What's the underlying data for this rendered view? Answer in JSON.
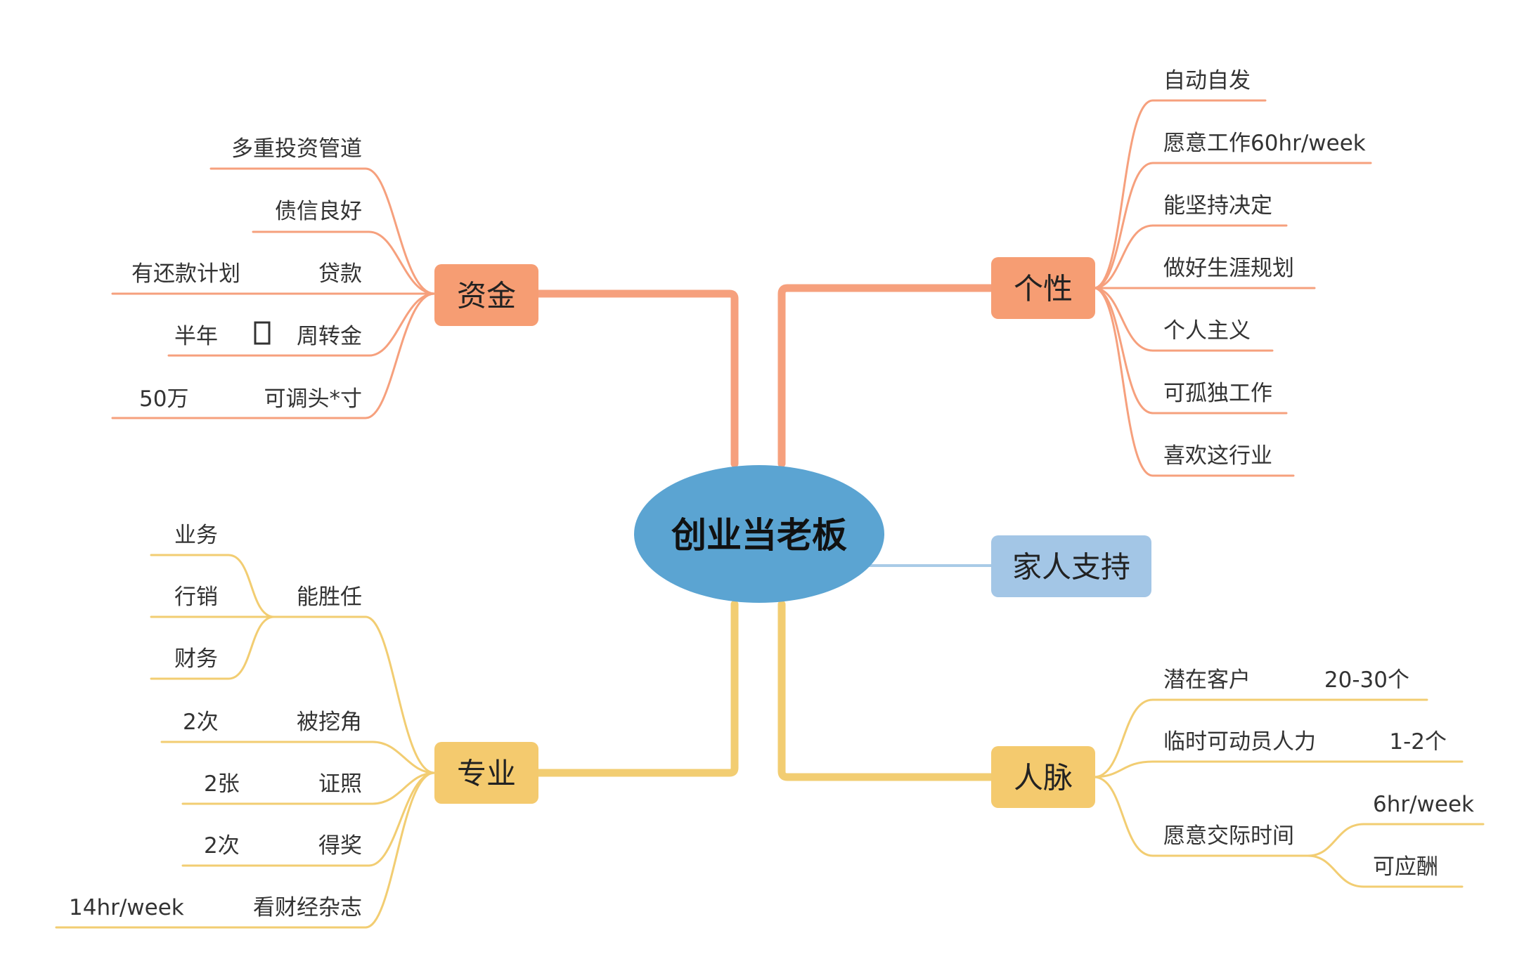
{
  "central_topic": "创业当老板",
  "colors": {
    "central": "#5BA4D2",
    "orange_line": "#F6A07D",
    "orange_box": "#F69D73",
    "yellow_line": "#F2CD72",
    "yellow_box": "#F4CA6E",
    "blue_line": "#A9CBE7",
    "blue_box": "#A3C6E6"
  },
  "branches": {
    "funds": {
      "label": "资金",
      "items": [
        {
          "label": "多重投资管道"
        },
        {
          "label": "债信良好"
        },
        {
          "label": "贷款",
          "note": "有还款计划"
        },
        {
          "label": "周转金",
          "note": "半年",
          "icon": "box-icon"
        },
        {
          "label": "可调头*寸",
          "note": "50万"
        }
      ]
    },
    "expertise": {
      "label": "专业",
      "items": [
        {
          "label": "能胜任",
          "children": [
            "业务",
            "行销",
            "财务"
          ]
        },
        {
          "label": "被挖角",
          "note": "2次"
        },
        {
          "label": "证照",
          "note": "2张"
        },
        {
          "label": "得奖",
          "note": "2次"
        },
        {
          "label": "看财经杂志",
          "note": "14hr/week"
        }
      ]
    },
    "personality": {
      "label": "个性",
      "items": [
        "自动自发",
        "愿意工作60hr/week",
        "能坚持决定",
        "做好生涯规划",
        "个人主义",
        "可孤独工作",
        "喜欢这行业"
      ]
    },
    "family": {
      "label": "家人支持"
    },
    "network": {
      "label": "人脉",
      "items": [
        {
          "label": "潜在客户",
          "note": "20-30个"
        },
        {
          "label": "临时可动员人力",
          "note": "1-2个"
        },
        {
          "label": "愿意交际时间",
          "children": [
            "6hr/week",
            "可应酬"
          ]
        }
      ]
    }
  }
}
